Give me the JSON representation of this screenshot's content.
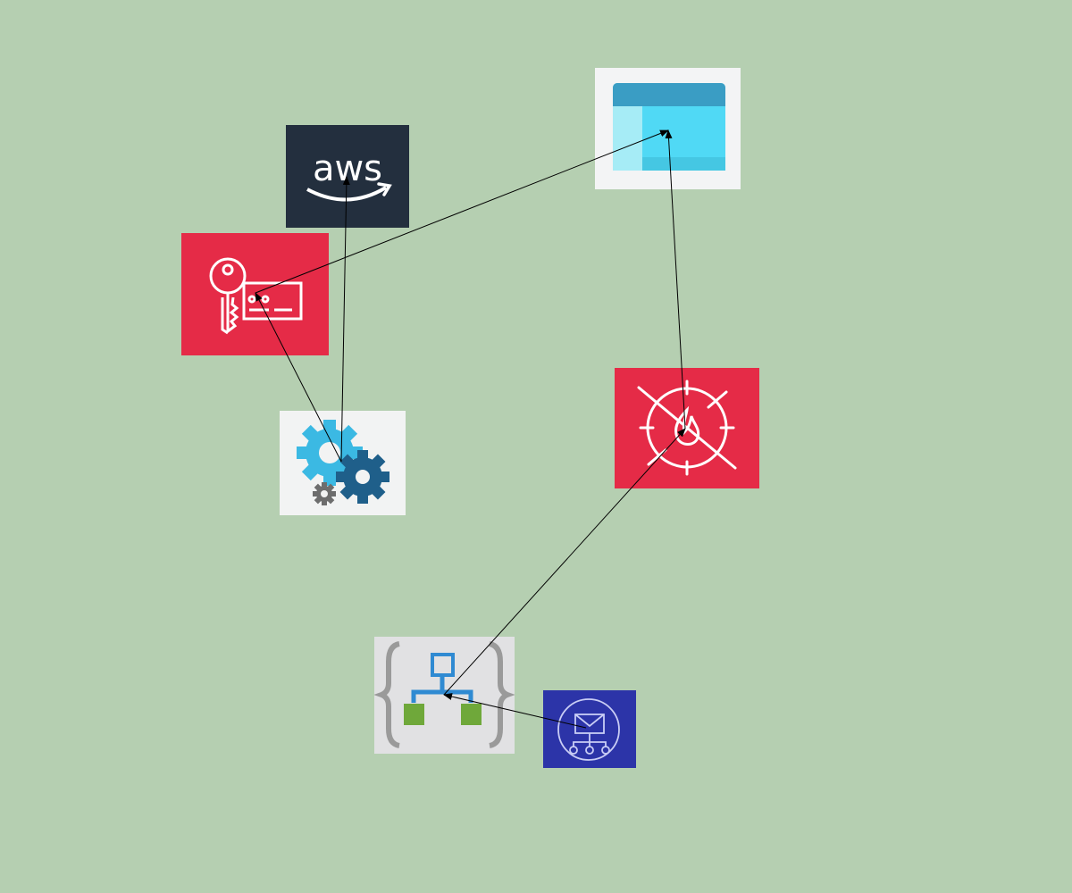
{
  "diagram": {
    "background": "#b5cfb1",
    "nodes": [
      {
        "id": "aws",
        "icon": "aws-logo-icon",
        "text": "aws",
        "colors": {
          "bg": "#232f3e",
          "fg": "#ffffff",
          "smile": "#ffffff"
        }
      },
      {
        "id": "kms",
        "icon": "key-certificate-icon",
        "colors": {
          "bg": "#e52b47",
          "fg": "#ffffff"
        }
      },
      {
        "id": "gears",
        "icon": "gears-icon",
        "colors": {
          "bg": "#f2f3f3",
          "gear1": "#3bb9e3",
          "gear2": "#1f5f8a",
          "gear3": "#6d6d6d"
        }
      },
      {
        "id": "window",
        "icon": "app-window-icon",
        "colors": {
          "bg": "#f3f4f5",
          "title": "#3a9dc4",
          "pane_left": "#a6ecf6",
          "pane_right": "#50d9f5"
        }
      },
      {
        "id": "firewall",
        "icon": "firewall-target-icon",
        "colors": {
          "bg": "#e52b47",
          "fg": "#ffffff"
        }
      },
      {
        "id": "logicapp",
        "icon": "logic-app-icon",
        "colors": {
          "bg": "#e1e1e3",
          "brace": "#9a9a9a",
          "node_top": "#2f8ad2",
          "node_leaf": "#6fa83a"
        }
      },
      {
        "id": "sns",
        "icon": "sns-notification-icon",
        "colors": {
          "bg": "#2c34a8",
          "fg": "#c9cdf5"
        }
      }
    ],
    "edges": [
      {
        "from": "gears",
        "to": "aws"
      },
      {
        "from": "gears",
        "to": "kms"
      },
      {
        "from": "kms",
        "to": "window"
      },
      {
        "from": "firewall",
        "to": "window"
      },
      {
        "from": "logicapp",
        "to": "firewall"
      },
      {
        "from": "sns",
        "to": "logicapp"
      }
    ],
    "edge_color": "#000000"
  }
}
